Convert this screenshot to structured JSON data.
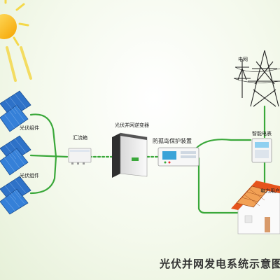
{
  "labels": {
    "pv_module_top": "光伏组件",
    "pv_module_bottom": "光伏组件",
    "combiner_box": "汇流箱",
    "inverter": "光伏并网逆变器",
    "anti_islanding": "防孤岛保护装置",
    "grid": "电网",
    "smart_meter": "智能电表",
    "power_user": "电力用户"
  },
  "title": "光伏并网发电系统示意图",
  "colors": {
    "wire": "#3aa83a",
    "sun": "#f7c21a",
    "ray": "#f4d84a",
    "panel": "#2e72c8",
    "roof": "#e5541c",
    "house_wall": "#fafafa",
    "tower": "#222222"
  }
}
